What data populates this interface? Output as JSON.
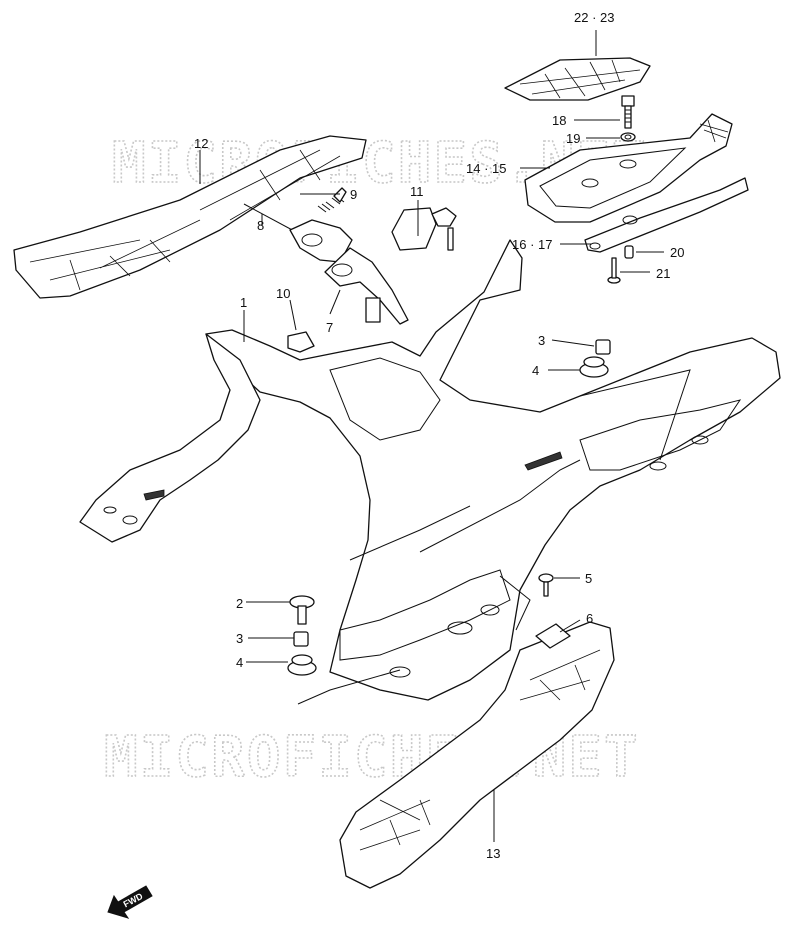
{
  "watermark": "MICROFICHES.NET",
  "fwd_label": "FWD",
  "callouts": {
    "c22_23": "22 · 23",
    "c18": "18",
    "c19": "19",
    "c14_15": "14 · 15",
    "c12": "12",
    "c9": "9",
    "c11": "11",
    "c8": "8",
    "c16_17": "16 · 17",
    "c20": "20",
    "c21": "21",
    "c10": "10",
    "c7": "7",
    "c1": "1",
    "c3a": "3",
    "c4a": "4",
    "c5": "5",
    "c2": "2",
    "c3b": "3",
    "c6": "6",
    "c4b": "4",
    "c13": "13"
  }
}
